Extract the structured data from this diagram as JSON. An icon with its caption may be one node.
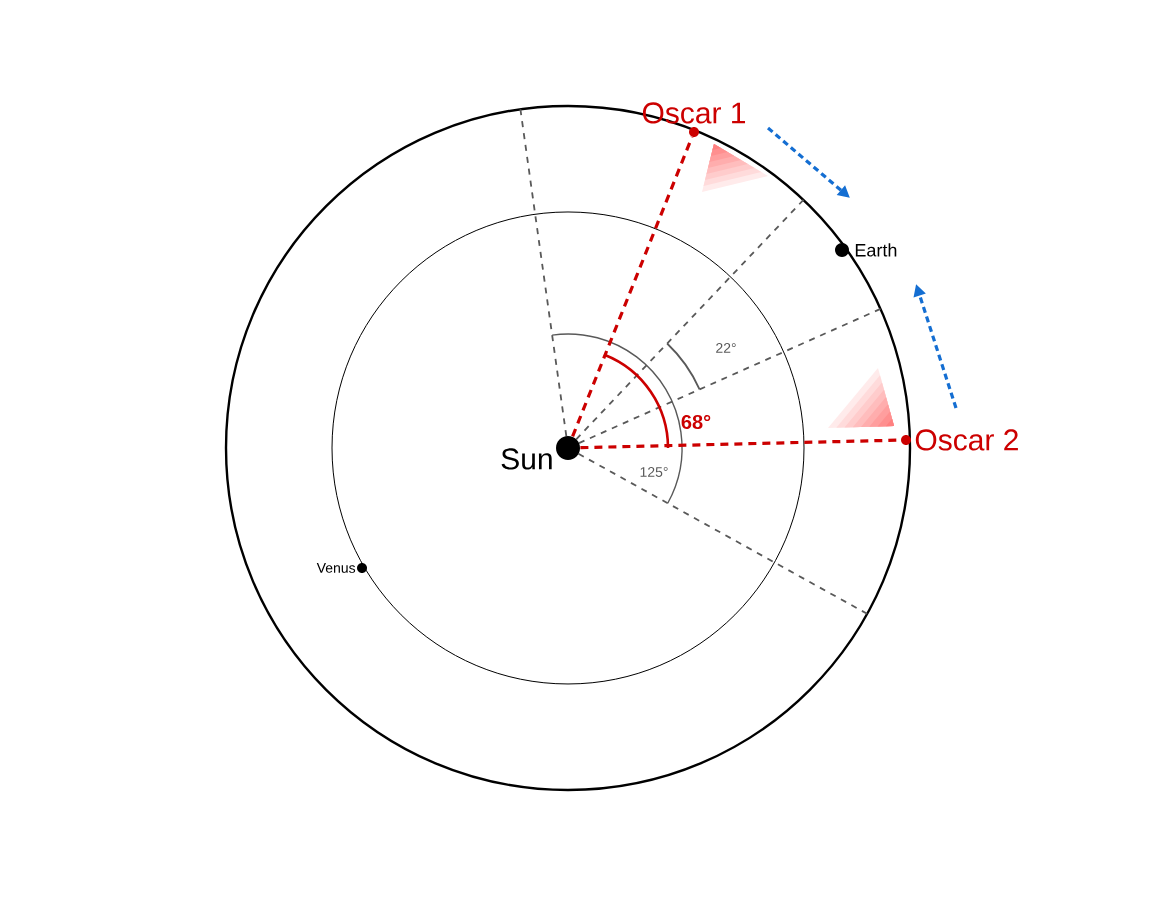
{
  "diagram": {
    "nodes": [
      {
        "text": [
          "Sun"
        ]
      },
      {
        "text": [
          "Oscar 1"
        ]
      },
      {
        "text": [
          "Earth"
        ]
      },
      {
        "text": [
          "Oscar 2"
        ]
      },
      {
        "text": [
          "Venus"
        ]
      }
    ],
    "edges": [
      {
        "from": 0,
        "to": 1,
        "arrow": "none",
        "style": "dashed"
      },
      {
        "from": 0,
        "to": 3,
        "arrow": "none",
        "style": "dashed"
      }
    ],
    "labels": [
      "22°",
      "68°",
      "125°"
    ]
  }
}
